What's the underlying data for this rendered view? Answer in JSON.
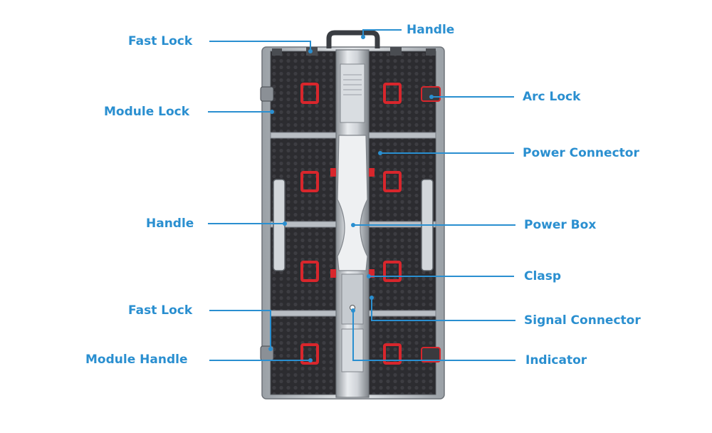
{
  "diagram": {
    "accent_color": "#2a8fd0",
    "panel_colors": {
      "frame": "#c9cdd2",
      "body": "#2b2b2f",
      "latch": "#d8262c"
    },
    "labels": {
      "fast_lock_top": "Fast Lock",
      "module_lock": "Module Lock",
      "handle_left": "Handle",
      "fast_lock_bottom": "Fast Lock",
      "module_handle": "Module Handle",
      "handle_top": "Handle",
      "arc_lock": "Arc Lock",
      "power_connector": "Power Connector",
      "power_box": "Power Box",
      "clasp": "Clasp",
      "signal_connector": "Signal Connector",
      "indicator": "Indicator"
    }
  }
}
